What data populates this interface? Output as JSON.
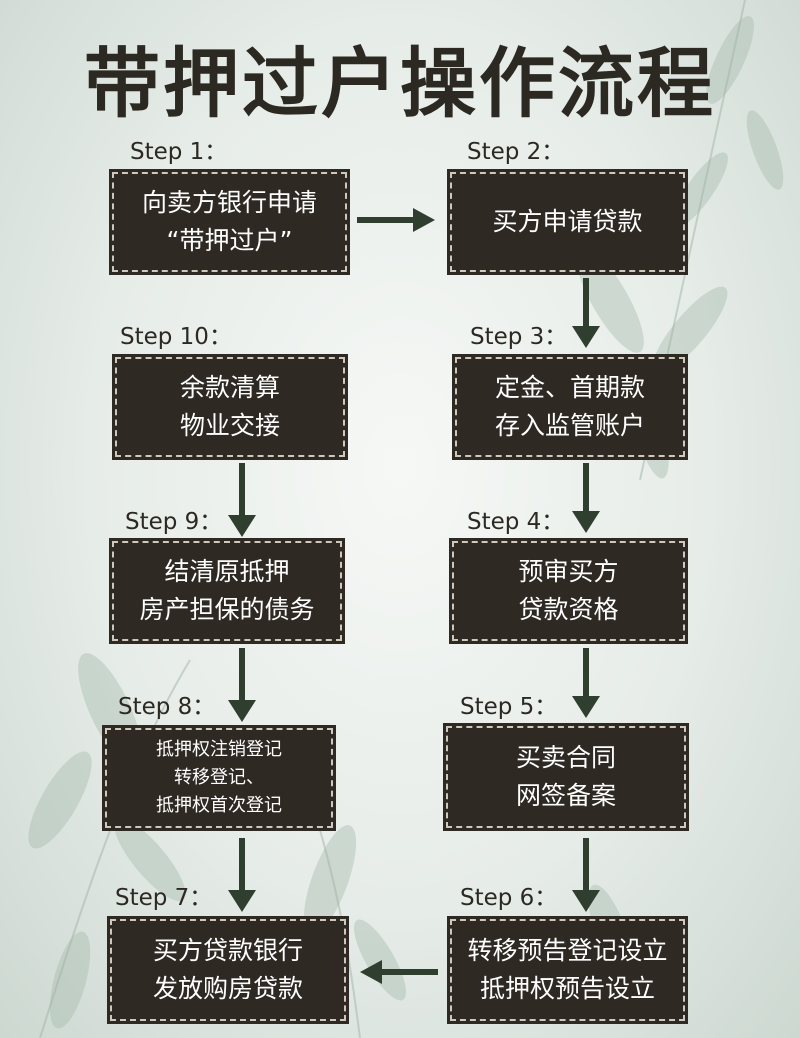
{
  "title": "带押过户操作流程",
  "steps": [
    {
      "label": "Step 1：",
      "lines": [
        "向卖方银行申请",
        "“带押过户”"
      ]
    },
    {
      "label": "Step 2：",
      "lines": [
        "买方申请贷款"
      ]
    },
    {
      "label": "Step 3：",
      "lines": [
        "定金、首期款",
        "存入监管账户"
      ]
    },
    {
      "label": "Step 4：",
      "lines": [
        "预审买方",
        "贷款资格"
      ]
    },
    {
      "label": "Step 5：",
      "lines": [
        "买卖合同",
        "网签备案"
      ]
    },
    {
      "label": "Step 6：",
      "lines": [
        "转移预告登记设立",
        "抵押权预告设立"
      ]
    },
    {
      "label": "Step 7：",
      "lines": [
        "买方贷款银行",
        "发放购房贷款"
      ]
    },
    {
      "label": "Step 8：",
      "lines": [
        "抵押权注销登记",
        "转移登记、",
        "抵押权首次登记"
      ]
    },
    {
      "label": "Step 9：",
      "lines": [
        "结清原抵押",
        "房产担保的债务"
      ]
    },
    {
      "label": "Step 10：",
      "lines": [
        "余款清算",
        "物业交接"
      ]
    }
  ],
  "colors": {
    "box": "#2e2923",
    "box_text": "#ffffff",
    "text": "#2c2922",
    "arrow": "#2f3e2f"
  }
}
